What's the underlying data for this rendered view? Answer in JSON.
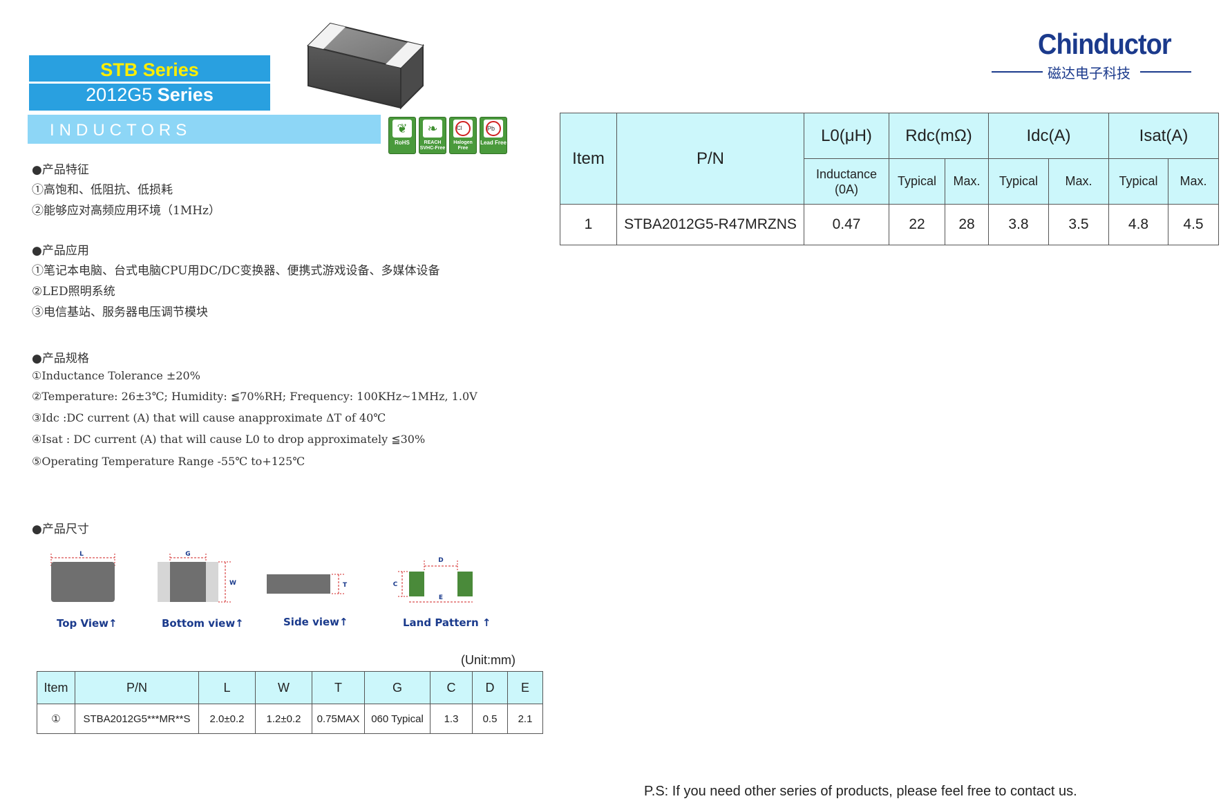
{
  "header": {
    "series_title": "STB Series",
    "series_sub_num": "2012G5",
    "series_sub_word": "Series",
    "category": "INDUCTORS"
  },
  "badges": [
    {
      "icon": "rohs-leaf-icon",
      "label": "RoHS"
    },
    {
      "icon": "reach-leaf-icon",
      "label": "REACH SVHC-Free"
    },
    {
      "icon": "halogen-free-icon",
      "label": "Halogen Free"
    },
    {
      "icon": "lead-free-icon",
      "label": "Lead Free"
    }
  ],
  "logo": {
    "brand": "Chinductor",
    "subtitle": "磁达电子科技"
  },
  "features": {
    "heading": "●产品特征",
    "items": [
      "①高饱和、低阻抗、低损耗",
      "②能够应对高频应用环境（1MHz）"
    ]
  },
  "applications": {
    "heading": "●产品应用",
    "items": [
      "①笔记本电脑、台式电脑CPU用DC/DC变换器、便携式游戏设备、多媒体设备",
      "②LED照明系统",
      "③电信基站、服务器电压调节模块"
    ]
  },
  "specs": {
    "heading": "●产品规格",
    "items": [
      "①Inductance Tolerance ±20%",
      "②Temperature: 26±3℃; Humidity: ≦70%RH; Frequency: 100KHz~1MHz, 1.0V",
      "③Idc :DC current (A) that will cause anapproximate ΔT of 40℃",
      "④Isat : DC current (A) that will cause L0 to drop approximately ≦30%",
      "⑤Operating Temperature Range -55℃ to+125℃"
    ]
  },
  "dimensions": {
    "heading": "●产品尺寸",
    "views": [
      "Top View↑",
      "Bottom view↑",
      "Side view↑",
      "Land Pattern ↑"
    ],
    "letters": {
      "L": "L",
      "G": "G",
      "W": "W",
      "T": "T",
      "C": "C",
      "D": "D",
      "E": "E"
    },
    "unit": "(Unit:mm)",
    "headers": [
      "Item",
      "P/N",
      "L",
      "W",
      "T",
      "G",
      "C",
      "D",
      "E"
    ],
    "row": [
      "①",
      "STBA2012G5***MR**S",
      "2.0±0.2",
      "1.2±0.2",
      "0.75MAX",
      "060 Typical",
      "1.3",
      "0.5",
      "2.1"
    ]
  },
  "main_table": {
    "item": "Item",
    "pn": "P/N",
    "l0": "L0(μH)",
    "rdc": "Rdc(mΩ)",
    "idc": "Idc(A)",
    "isat": "Isat(A)",
    "inductance_a": "Inductance",
    "inductance_b": "(0A)",
    "typical": "Typical",
    "max": "Max.",
    "row": {
      "item": "1",
      "pn": "STBA2012G5-R47MRZNS",
      "l0": "0.47",
      "rdc_typ": "22",
      "rdc_max": "28",
      "idc_typ": "3.8",
      "idc_max": "3.5",
      "isat_typ": "4.8",
      "isat_max": "4.5"
    }
  },
  "footer": {
    "note": "P.S: If you need other series of products, please feel free to contact us."
  }
}
